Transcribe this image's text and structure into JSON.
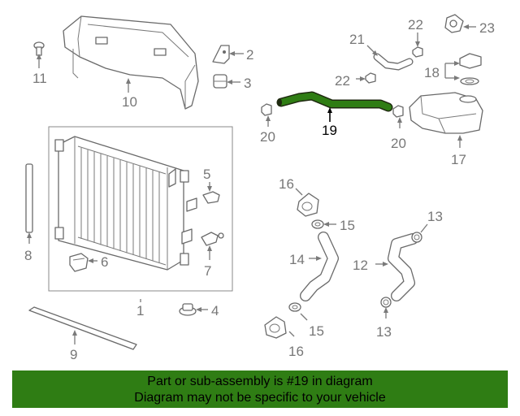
{
  "diagram": {
    "highlight_part": "19",
    "colors": {
      "banner": "#2f7d14",
      "highlight": "#2f7d14",
      "line": "#6a6a6a",
      "label": "#777777"
    },
    "labels": {
      "p1": "1",
      "p2": "2",
      "p3": "3",
      "p4": "4",
      "p5": "5",
      "p6": "6",
      "p7": "7",
      "p8": "8",
      "p9": "9",
      "p10": "10",
      "p11": "11",
      "p12": "12",
      "p13a": "13",
      "p13b": "13",
      "p14": "14",
      "p15a": "15",
      "p15b": "15",
      "p16a": "16",
      "p16b": "16",
      "p17": "17",
      "p18": "18",
      "p19": "19",
      "p20a": "20",
      "p20b": "20",
      "p21": "21",
      "p22a": "22",
      "p22b": "22",
      "p23": "23"
    }
  },
  "banner": {
    "line1": "Part or sub-assembly is #19 in diagram",
    "line2": "Diagram may not be specific to your vehicle"
  }
}
